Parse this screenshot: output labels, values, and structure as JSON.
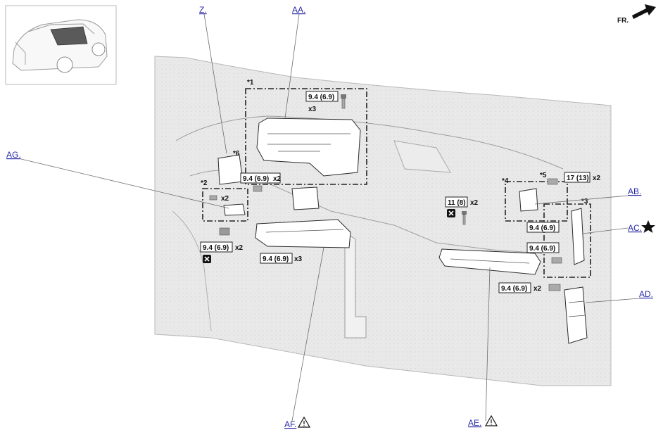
{
  "colors": {
    "link": "#2a2aa8",
    "accent": "#111111",
    "dash_fill": "#e9e9e9"
  },
  "orientation": {
    "label": "FR.",
    "icon": "front-arrow-icon"
  },
  "callouts": {
    "z": "Z.",
    "aa": "AA.",
    "ab": "AB.",
    "ac": "AC.",
    "ad": "AD.",
    "ae": "AE.",
    "af": "AF.",
    "ag": "AG."
  },
  "icons": {
    "ac": "star-icon",
    "ae": "caution-triangle-icon",
    "af": "caution-triangle-icon",
    "no_reuse": "no-reuse-x-icon"
  },
  "groups": {
    "g1": "*1",
    "g2": "*2",
    "g3": "*3",
    "g4": "*4",
    "g5": "*5",
    "g6": "*6"
  },
  "torques": {
    "t1": {
      "value": "9.4 (6.9)",
      "qty": "x3"
    },
    "t2": {
      "value": "9.4 (6.9)",
      "qty": "x2"
    },
    "t3": {
      "value": "",
      "qty": "x2"
    },
    "t4": {
      "value": "9.4 (6.9)",
      "qty": "x2"
    },
    "t5": {
      "value": "9.4 (6.9)",
      "qty": "x3"
    },
    "t6": {
      "value": "11 (8)",
      "qty": "x2"
    },
    "t7": {
      "value": "17 (13)",
      "qty": "x2"
    },
    "t8": {
      "value": "9.4 (6.9)",
      "qty": ""
    },
    "t9": {
      "value": "9.4 (6.9)",
      "qty": ""
    },
    "t10": {
      "value": "9.4 (6.9)",
      "qty": "x2"
    }
  }
}
